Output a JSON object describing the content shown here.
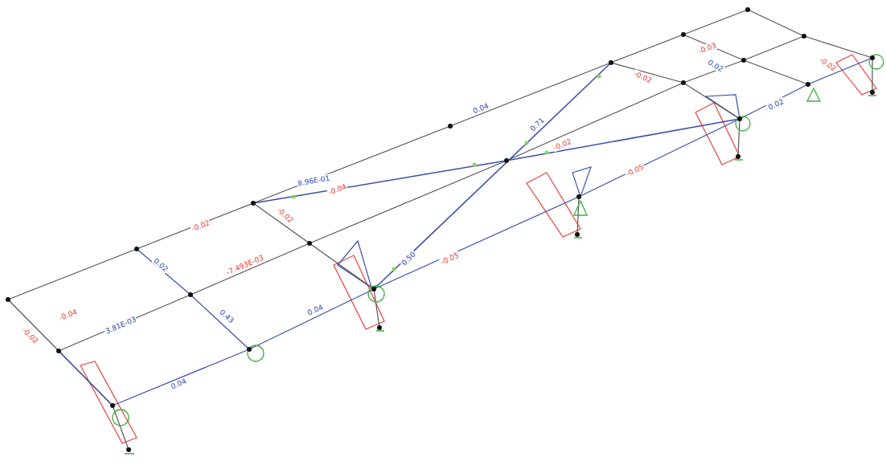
{
  "diagram": {
    "labels": [
      "-0.04",
      "-0.02",
      "3.81E-03",
      "0.02",
      "0.43",
      "0.04",
      "-0.02",
      "-0.02",
      "-7.493E-03",
      "0.04",
      "-0.04",
      "8.96E-01",
      "0.04",
      "0.50",
      "-0.05",
      "0.71",
      "-0.02",
      "-0.05",
      "-0.02",
      "-0.03",
      "0.02",
      "0.02",
      "-0.02"
    ]
  }
}
